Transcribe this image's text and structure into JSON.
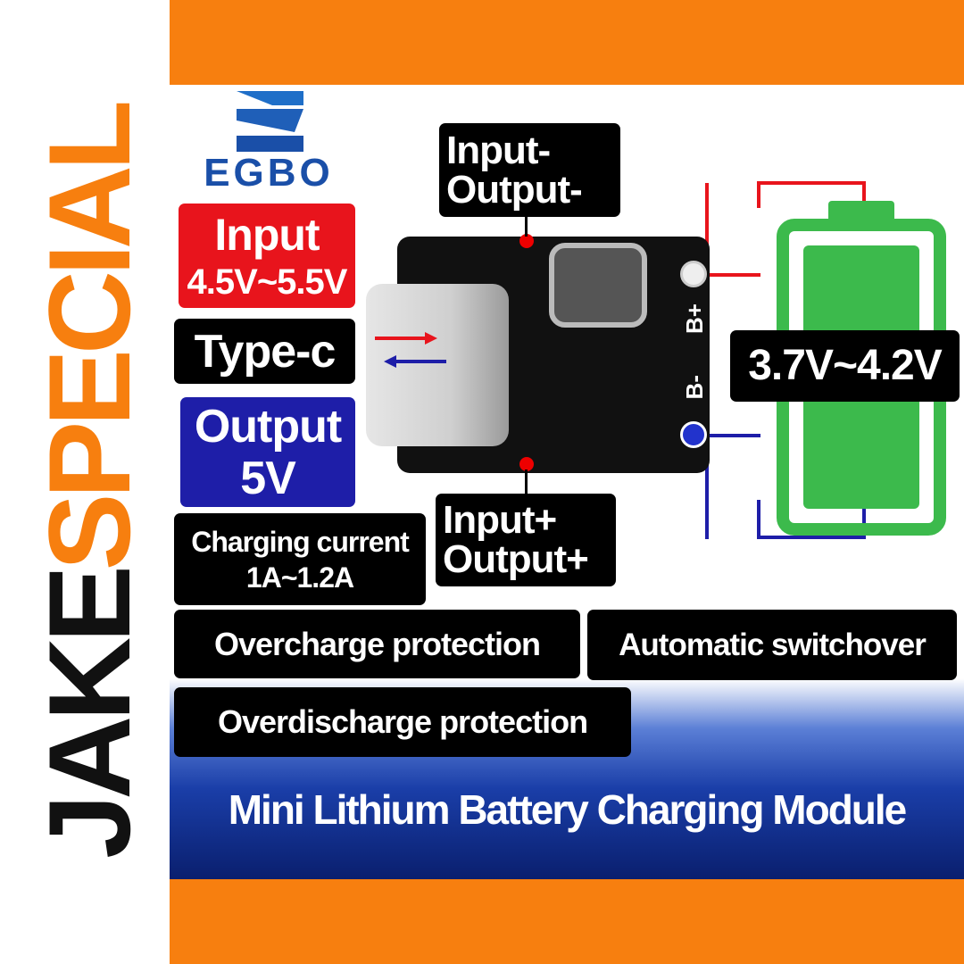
{
  "brand": {
    "part1": "JAKE",
    "part2": "SPECIAL"
  },
  "logo": {
    "text": "EGBO"
  },
  "labels": {
    "input_title": "Input",
    "input_range": "4.5V~5.5V",
    "type_c": "Type-c",
    "output_title": "Output",
    "output_value": "5V",
    "charging_title": "Charging current",
    "charging_value": "1A~1.2A",
    "neg_line1": "Input-",
    "neg_line2": "Output-",
    "pos_line1": "Input+",
    "pos_line2": "Output+",
    "battery_voltage": "3.7V~4.2V",
    "b_plus": "B+",
    "b_minus": "B-",
    "overcharge": "Overcharge protection",
    "auto_switch": "Automatic switchover",
    "overdischarge": "Overdischarge protection",
    "title": "Mini Lithium Battery Charging Module"
  },
  "colors": {
    "orange": "#f77f0f",
    "red": "#e8141c",
    "blue": "#1e1ea8",
    "green": "#3cba4c"
  }
}
